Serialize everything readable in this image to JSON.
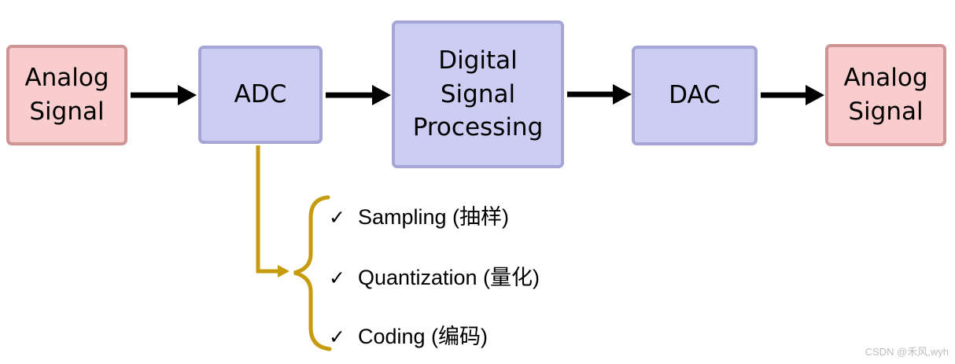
{
  "diagram": {
    "nodes": [
      {
        "id": "analog-signal-in",
        "label": "Analog\nSignal",
        "style": "pink"
      },
      {
        "id": "adc",
        "label": "ADC",
        "style": "purple"
      },
      {
        "id": "dsp",
        "label": "Digital\nSignal\nProcessing",
        "style": "purple"
      },
      {
        "id": "dac",
        "label": "DAC",
        "style": "purple"
      },
      {
        "id": "analog-signal-out",
        "label": "Analog\nSignal",
        "style": "pink"
      }
    ],
    "adc_steps": {
      "check_glyph": "✓",
      "items": [
        "Sampling (抽样)",
        "Quantization (量化)",
        "Coding (编码)"
      ]
    }
  },
  "colors": {
    "node_pink_fill": "#f9cdcd",
    "node_pink_border": "#cf9494",
    "node_purple_fill": "#cdcdf3",
    "node_purple_border": "#a5a5d6",
    "arrow": "#000000",
    "annotation": "#c79b0e",
    "watermark": "#bdbdbd"
  },
  "watermark": "CSDN @禾风,wyh"
}
